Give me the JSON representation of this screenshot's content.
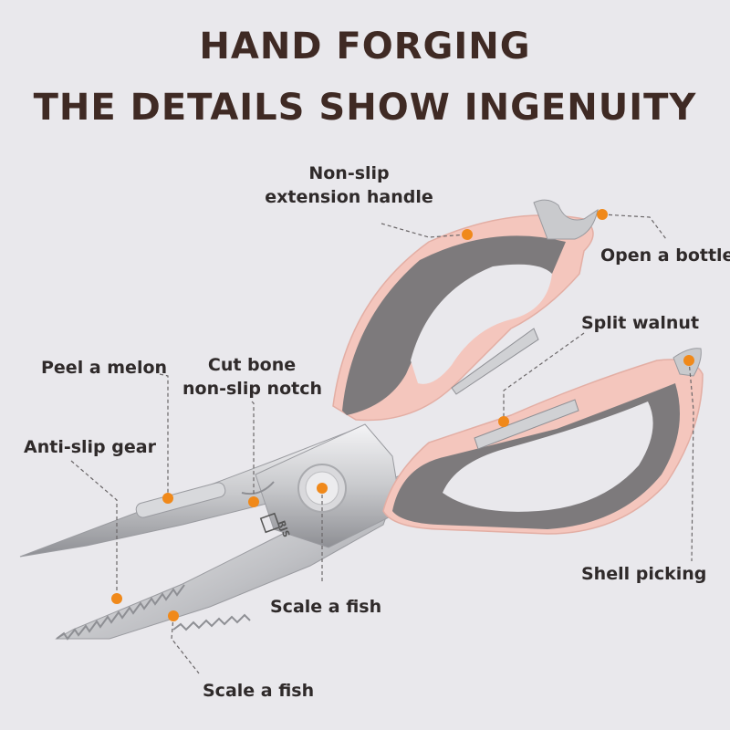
{
  "headline": {
    "line1": "HAND FORGING",
    "line2": "THE DETAILS SHOW INGENUITY"
  },
  "callouts": {
    "handle": {
      "line1": "Non-slip",
      "line2": "extension handle"
    },
    "bottle": "Open a bottle",
    "walnut": "Split walnut",
    "melon": "Peel a melon",
    "bone": {
      "line1": "Cut bone",
      "line2": "non-slip notch"
    },
    "gear": "Anti-slip gear",
    "shell": "Shell picking",
    "fish_center": "Scale a fish",
    "fish_bottom": "Scale a fish"
  },
  "blade_engraving": "RJS",
  "colors": {
    "background": "#e9e8ec",
    "headline": "#3f2a24",
    "dot": "#f0891a",
    "handle_pink": "#f4c6bd",
    "handle_grey": "#7d7a7c"
  }
}
